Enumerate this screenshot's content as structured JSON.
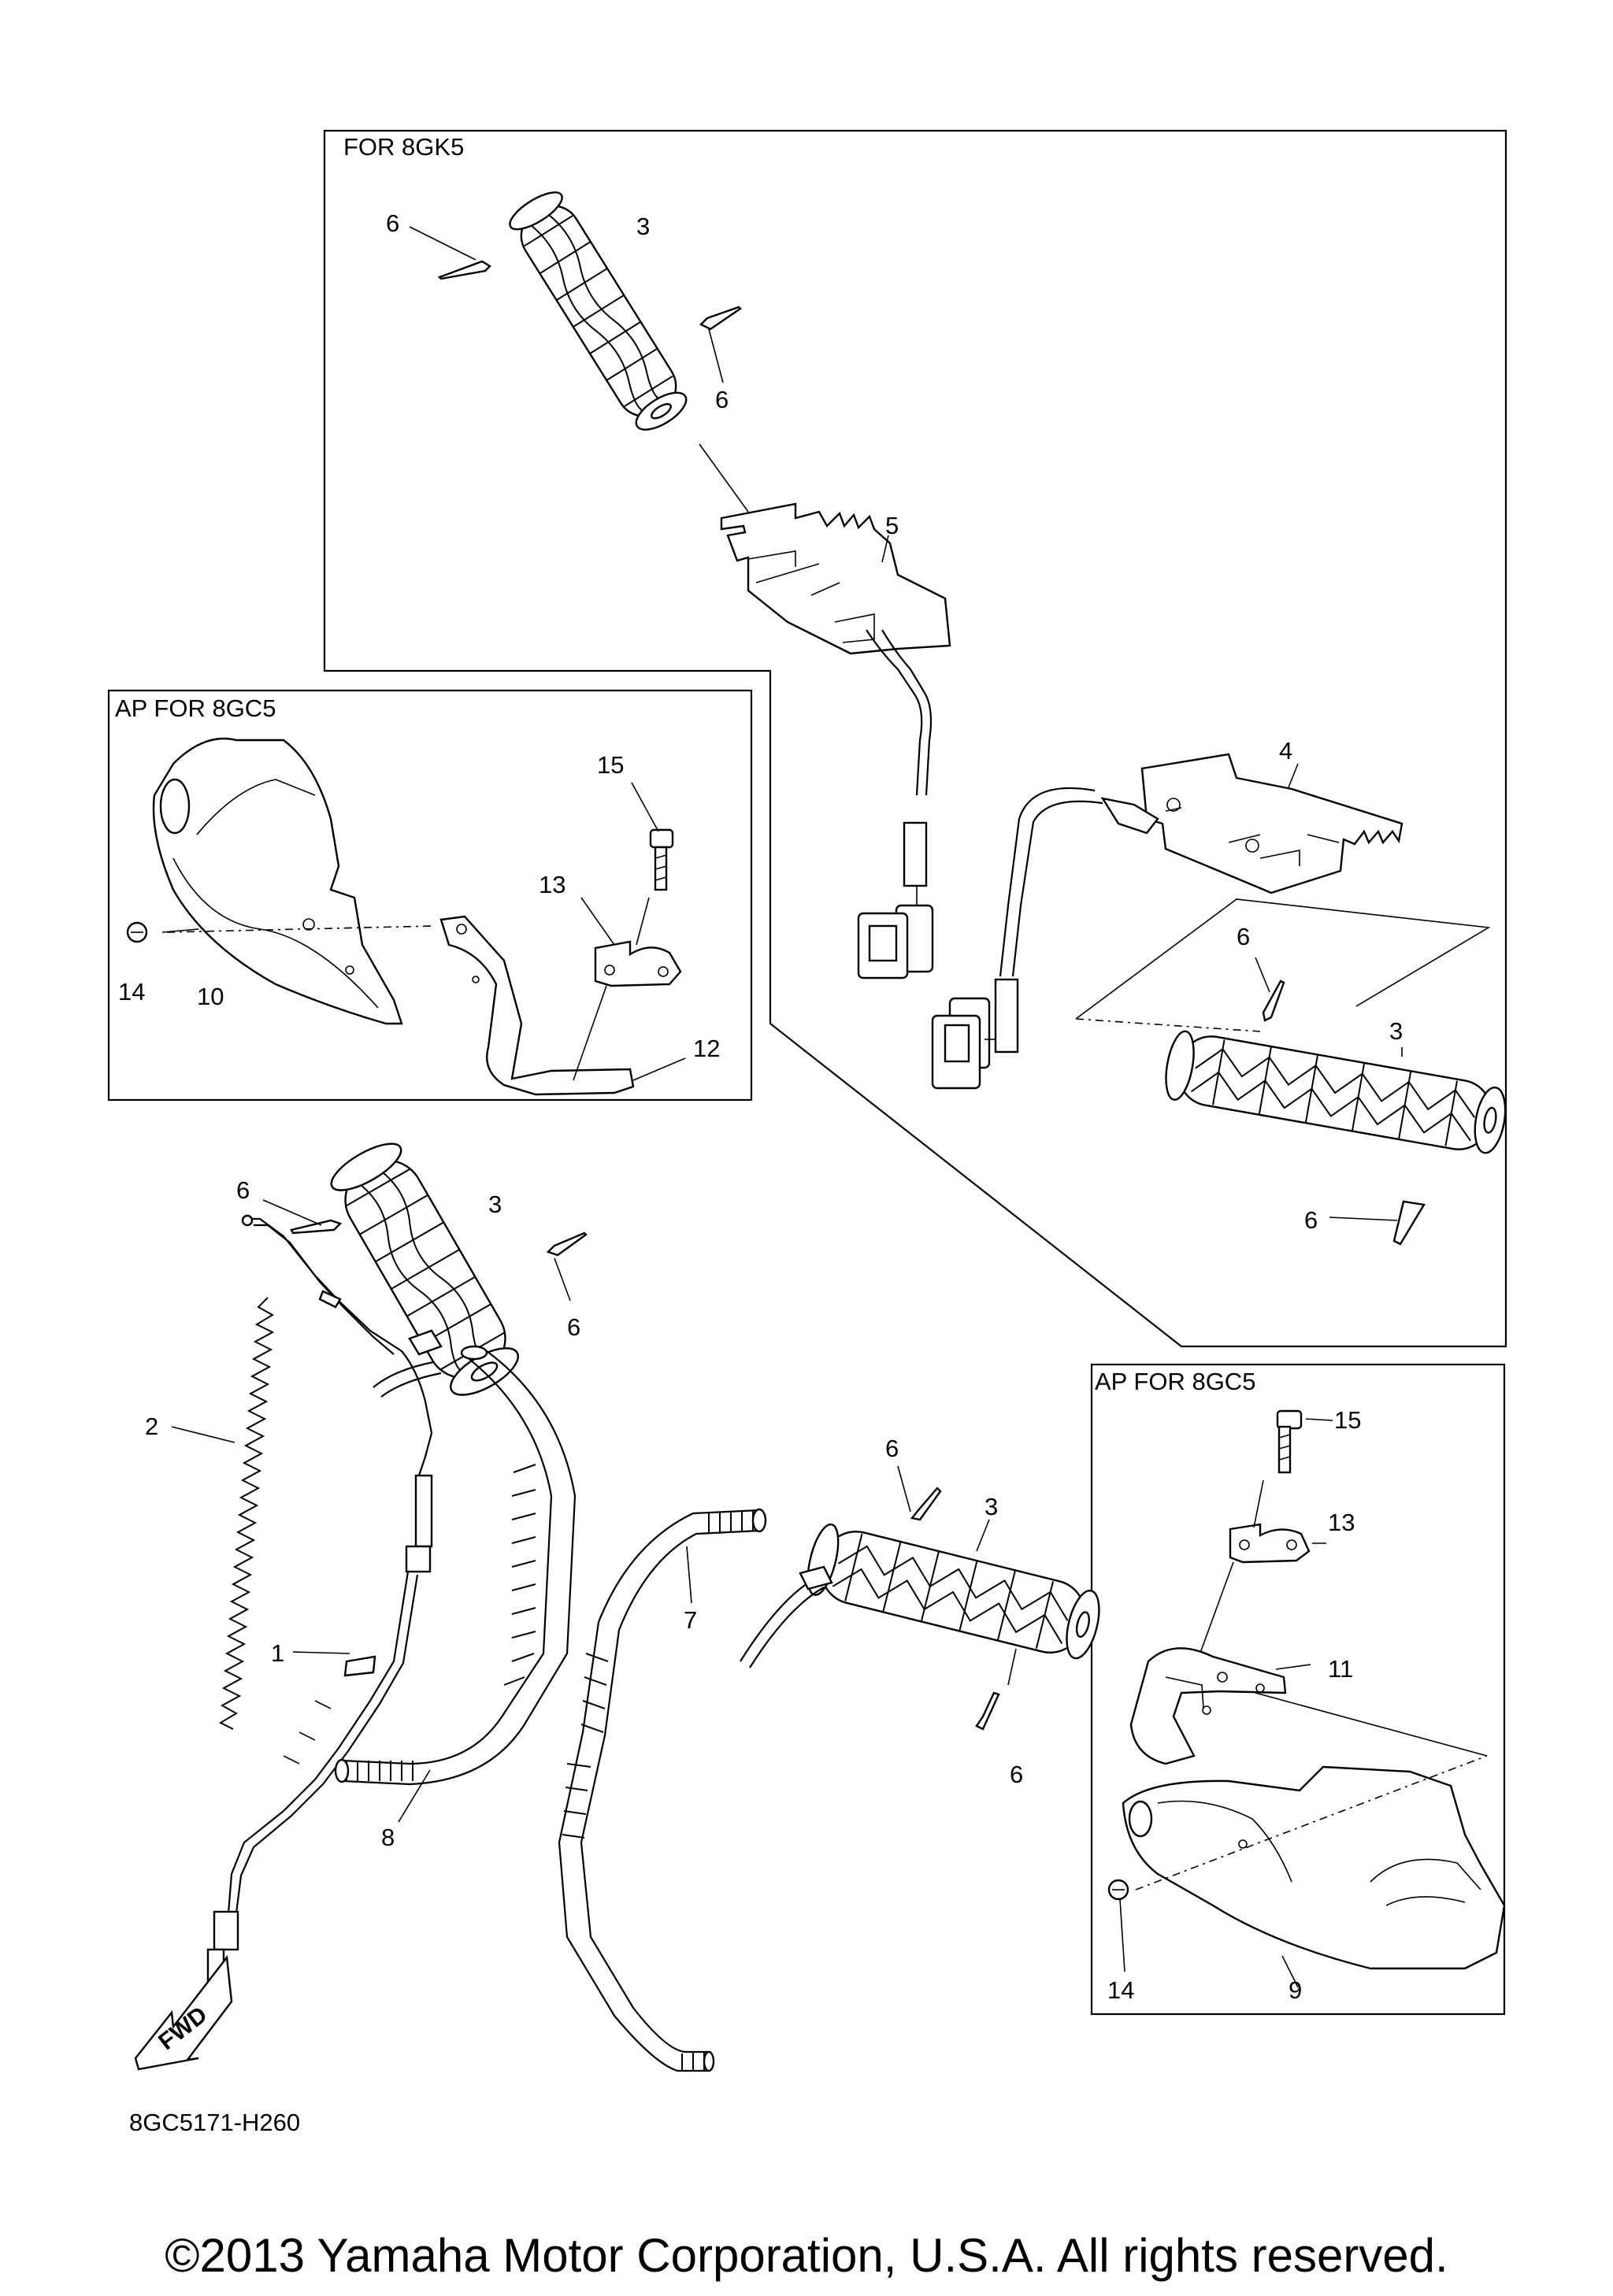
{
  "diagram": {
    "code": "8GC5171-H260",
    "fwd_arrow": "FWD",
    "boxes": {
      "gk5": "FOR 8GK5",
      "gc5_left": "AP  FOR 8GC5",
      "gc5_right": "AP  FOR 8GC5"
    },
    "callouts": {
      "p1": "1",
      "p2": "2",
      "p3a": "3",
      "p3b": "3",
      "p3c": "3",
      "p3d": "3",
      "p4": "4",
      "p5": "5",
      "p6a": "6",
      "p6b": "6",
      "p6c": "6",
      "p6d": "6",
      "p6e": "6",
      "p6f": "6",
      "p6g": "6",
      "p6h": "6",
      "p7": "7",
      "p8": "8",
      "p9": "9",
      "p10": "10",
      "p11": "11",
      "p12": "12",
      "p13a": "13",
      "p13b": "13",
      "p14a": "14",
      "p14b": "14",
      "p15a": "15",
      "p15b": "15"
    }
  },
  "footer": {
    "copyright": "©2013 Yamaha Motor Corporation, U.S.A. All rights reserved."
  }
}
